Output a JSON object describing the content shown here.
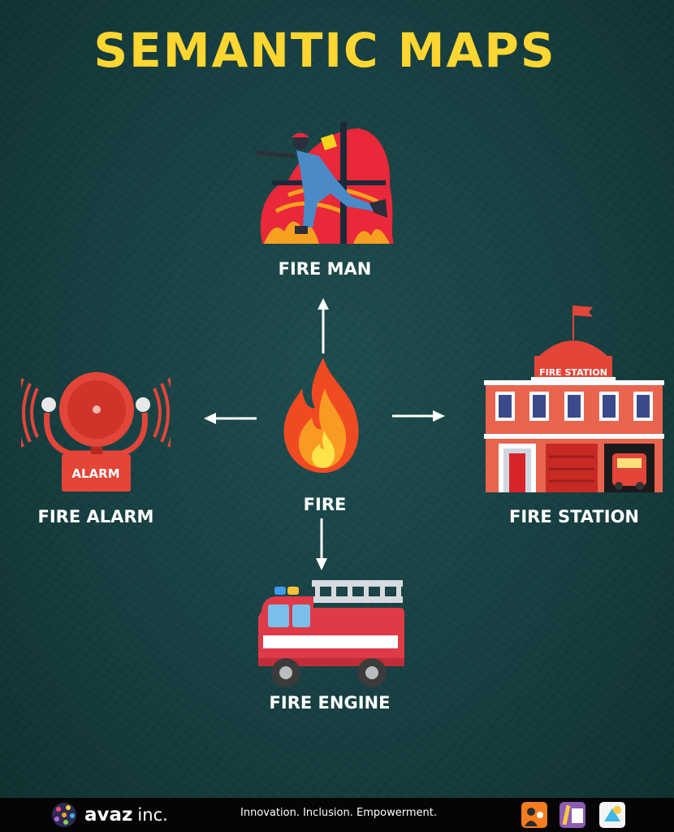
{
  "title": "SEMANTIC MAPS",
  "nodes": {
    "center": "FIRE",
    "top": "FIRE MAN",
    "left": "FIRE ALARM",
    "right": "FIRE STATION",
    "bottom": "FIRE ENGINE"
  },
  "illustration_text": {
    "alarm_plate": "ALARM",
    "station_sign": "FIRE STATION"
  },
  "footer": {
    "brand_name": "avaz",
    "brand_suffix": "inc.",
    "tagline": "Innovation. Inclusion. Empowerment."
  },
  "colors": {
    "background": "#173f41",
    "title": "#fed631",
    "label": "#ffffff",
    "footer": "#050505"
  }
}
